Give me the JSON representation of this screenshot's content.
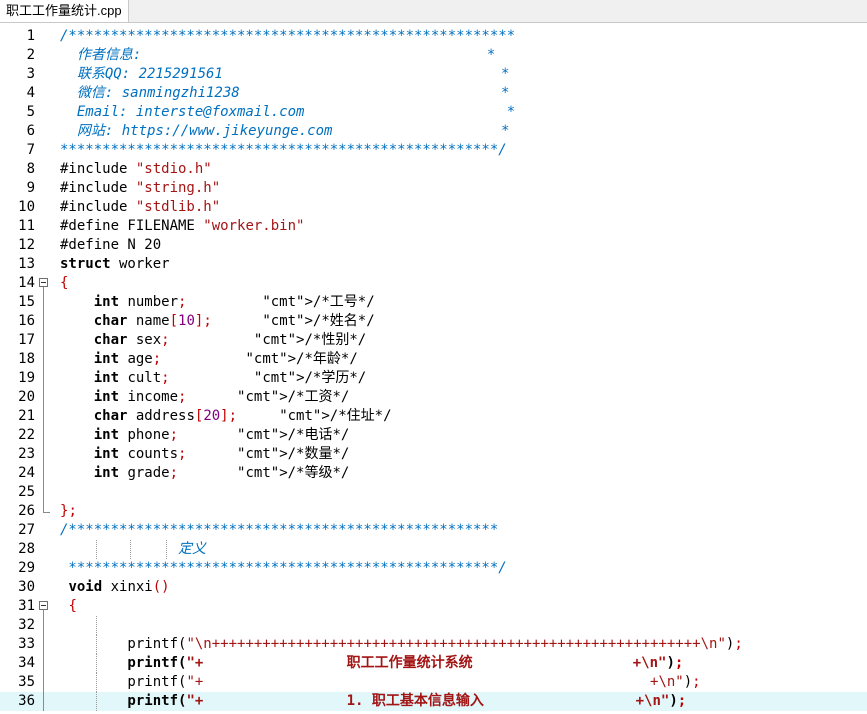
{
  "tab": {
    "title": "职工工作量统计.cpp"
  },
  "lines": [
    {
      "n": "1",
      "text": "/*****************************************************"
    },
    {
      "n": "2",
      "text": "  作者信息:                                         *"
    },
    {
      "n": "3",
      "text": "  联系QQ: 2215291561                                 *"
    },
    {
      "n": "4",
      "text": "  微信: sanmingzhi1238                               *"
    },
    {
      "n": "5",
      "text": "  Email: interste@foxmail.com                        *"
    },
    {
      "n": "6",
      "text": "  网站: https://www.jikeyunge.com                    *"
    },
    {
      "n": "7",
      "text": "****************************************************/"
    },
    {
      "n": "8",
      "text": "#include \"stdio.h\""
    },
    {
      "n": "9",
      "text": "#include \"string.h\""
    },
    {
      "n": "10",
      "text": "#include \"stdlib.h\""
    },
    {
      "n": "11",
      "text": "#define FILENAME \"worker.bin\""
    },
    {
      "n": "12",
      "text": "#define N 20"
    },
    {
      "n": "13",
      "text": "struct worker"
    },
    {
      "n": "14",
      "text": "{"
    },
    {
      "n": "15",
      "text": "    int number;         /*工号*/"
    },
    {
      "n": "16",
      "text": "    char name[10];      /*姓名*/"
    },
    {
      "n": "17",
      "text": "    char sex;          /*性别*/"
    },
    {
      "n": "18",
      "text": "    int age;          /*年龄*/"
    },
    {
      "n": "19",
      "text": "    int cult;          /*学历*/"
    },
    {
      "n": "20",
      "text": "    int income;      /*工资*/"
    },
    {
      "n": "21",
      "text": "    char address[20];     /*住址*/"
    },
    {
      "n": "22",
      "text": "    int phone;       /*电话*/"
    },
    {
      "n": "23",
      "text": "    int counts;      /*数量*/"
    },
    {
      "n": "24",
      "text": "    int grade;       /*等级*/"
    },
    {
      "n": "25",
      "text": ""
    },
    {
      "n": "26",
      "text": "};"
    },
    {
      "n": "27",
      "text": "/***************************************************"
    },
    {
      "n": "28",
      "text": "              定义"
    },
    {
      "n": "29",
      "text": " ***************************************************/"
    },
    {
      "n": "30",
      "text": " void xinxi()"
    },
    {
      "n": "31",
      "text": " {"
    },
    {
      "n": "32",
      "text": ""
    },
    {
      "n": "33",
      "text": "        printf(\"\\n++++++++++++++++++++++++++++++++++++++++++++++++++++++++++\\n\");"
    },
    {
      "n": "34",
      "text": "        printf(\"+                 职工工作量统计系统                   +\\n\");"
    },
    {
      "n": "35",
      "text": "        printf(\"+                                                     +\\n\");"
    },
    {
      "n": "36",
      "text": "        printf(\"+                 1. 职工基本信息输入                  +\\n\");"
    }
  ]
}
